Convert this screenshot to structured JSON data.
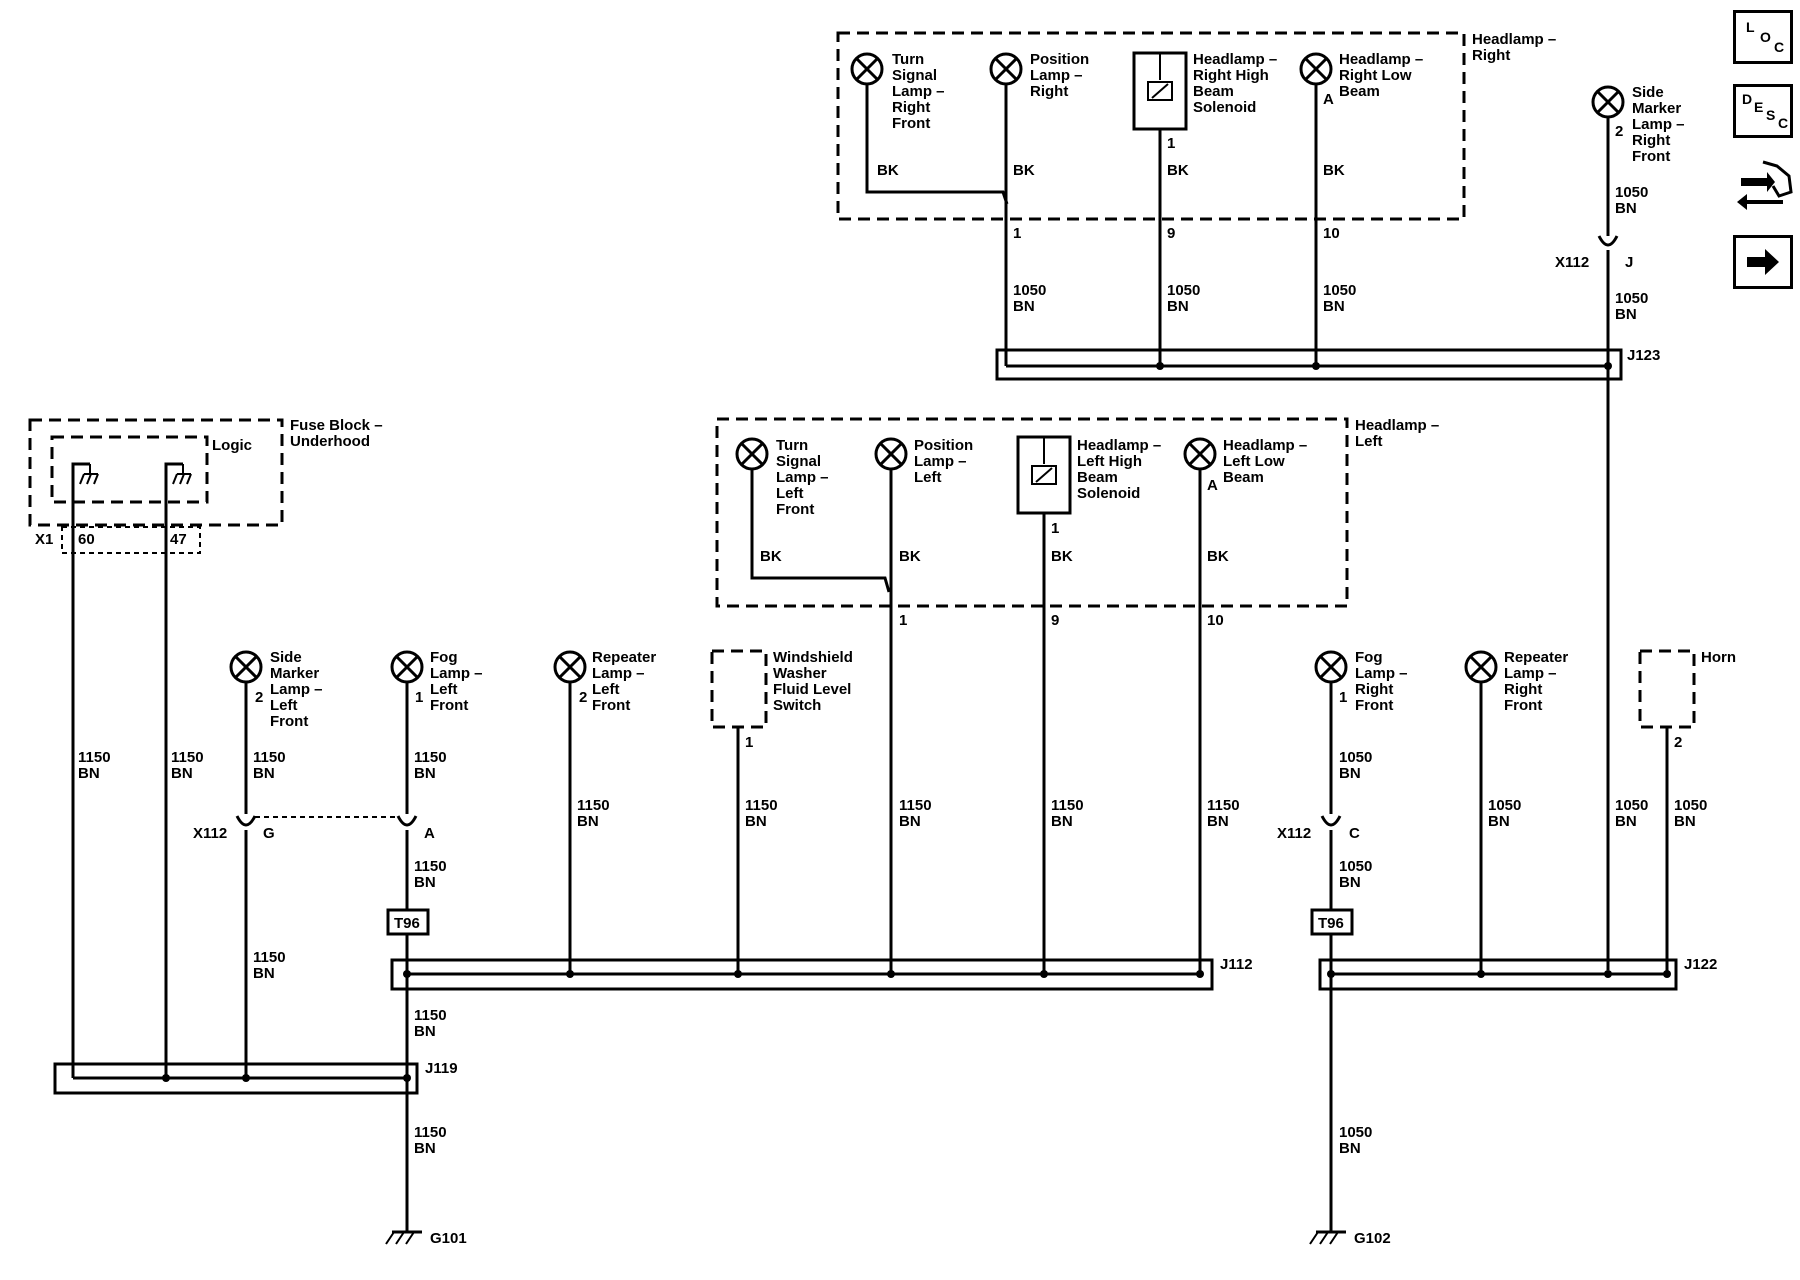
{
  "nav": {
    "loc": [
      "L",
      "O",
      "C"
    ],
    "desc": [
      "D",
      "E",
      "S",
      "C"
    ]
  },
  "modules": {
    "headlamp_right": [
      "Headlamp –",
      "Right"
    ],
    "headlamp_left": [
      "Headlamp –",
      "Left"
    ],
    "fuse_block": [
      "Fuse Block –",
      "Underhood"
    ],
    "logic": "Logic",
    "x1": "X1",
    "x1_pin60": "60",
    "x1_pin47": "47"
  },
  "components": {
    "turn_rf": [
      "Turn",
      "Signal",
      "Lamp –",
      "Right",
      "Front"
    ],
    "pos_r": [
      "Position",
      "Lamp –",
      "Right"
    ],
    "hb_sol_r": [
      "Headlamp –",
      "Right High",
      "Beam",
      "Solenoid"
    ],
    "lb_r": [
      "Headlamp –",
      "Right Low",
      "Beam"
    ],
    "side_rf": [
      "Side",
      "Marker",
      "Lamp –",
      "Right",
      "Front"
    ],
    "turn_lf": [
      "Turn",
      "Signal",
      "Lamp –",
      "Left",
      "Front"
    ],
    "pos_l": [
      "Position",
      "Lamp –",
      "Left"
    ],
    "hb_sol_l": [
      "Headlamp –",
      "Left High",
      "Beam",
      "Solenoid"
    ],
    "lb_l": [
      "Headlamp –",
      "Left Low",
      "Beam"
    ],
    "side_lf": [
      "Side",
      "Marker",
      "Lamp –",
      "Left",
      "Front"
    ],
    "fog_lf": [
      "Fog",
      "Lamp –",
      "Left",
      "Front"
    ],
    "rep_lf": [
      "Repeater",
      "Lamp –",
      "Left",
      "Front"
    ],
    "washer": [
      "Windshield",
      "Washer",
      "Fluid Level",
      "Switch"
    ],
    "fog_rf": [
      "Fog",
      "Lamp –",
      "Right",
      "Front"
    ],
    "rep_rf": [
      "Repeater",
      "Lamp –",
      "Right",
      "Front"
    ],
    "horn": "Horn"
  },
  "pins": {
    "p1": "1",
    "p2": "2",
    "p9": "9",
    "p10": "10",
    "pA": "A"
  },
  "wires": {
    "bk": "BK",
    "c1050": "1050",
    "c1150": "1150",
    "bn": "BN"
  },
  "connectors": {
    "x112": "X112",
    "g": "G",
    "a": "A",
    "c": "C",
    "j": "J",
    "t96": "T96"
  },
  "splices": {
    "j123": "J123",
    "j112": "J112",
    "j122": "J122",
    "j119": "J119"
  },
  "grounds": {
    "g101": "G101",
    "g102": "G102"
  }
}
